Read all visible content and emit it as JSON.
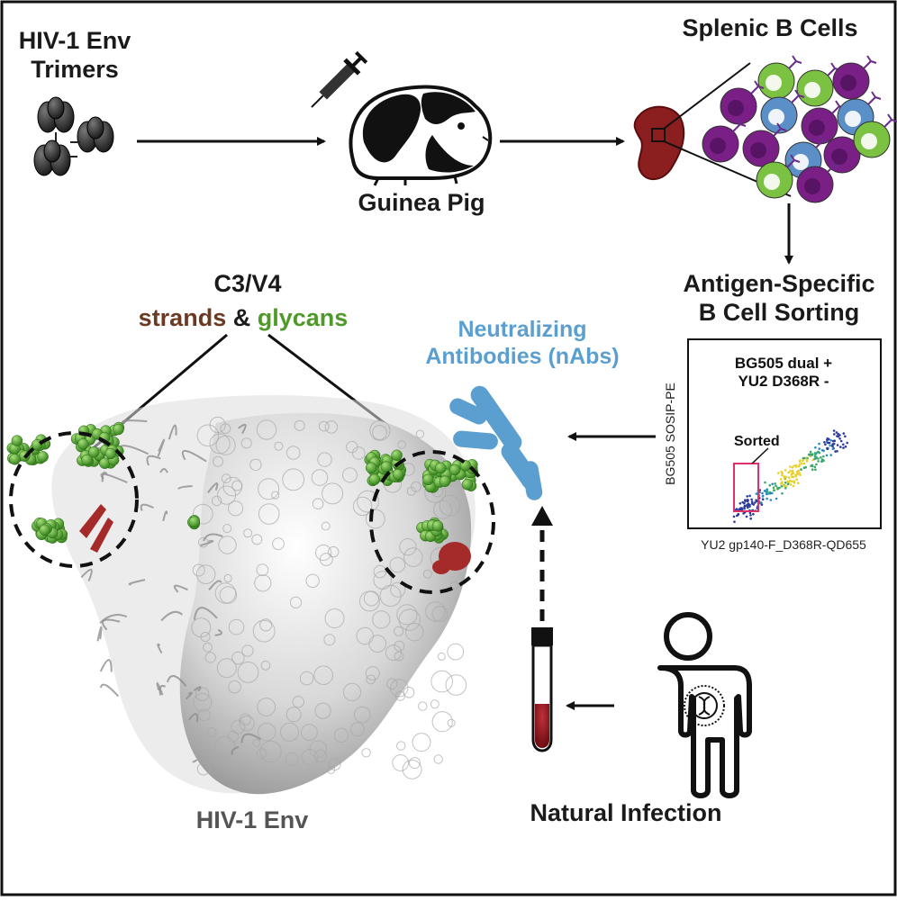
{
  "labels": {
    "trimers_line1": "HIV-1 Env",
    "trimers_line2": "Trimers",
    "guinea_pig": "Guinea Pig",
    "splenic_b_cells": "Splenic B Cells",
    "sorting_line1": "Antigen-Specific",
    "sorting_line2": "B Cell Sorting",
    "c3v4": "C3/V4",
    "strands": "strands",
    "ampersand": "&",
    "glycans": "glycans",
    "nabs_line1": "Neutralizing",
    "nabs_line2": "Antibodies (nAbs)",
    "hiv_env": "HIV-1 Env",
    "natural_infection": "Natural Infection"
  },
  "flow_plot": {
    "gate_line1": "BG505 dual +",
    "gate_line2": "YU2 D368R -",
    "sorted_label": "Sorted",
    "y_axis_label": "BG505 SOSIP-PE",
    "x_axis_label": "YU2 gp140-F_D368R-QD655"
  },
  "colors": {
    "antibody_blue": "#5b9fd0",
    "strand_red": "#a52a2a",
    "glycan_green": "#4e9a28",
    "gate_pink": "#e0306a",
    "spleen_red": "#8b1f1f",
    "b_cell_green": "#7cc242",
    "b_cell_purple": "#7a1f86",
    "b_cell_blue": "#5b8fc8"
  }
}
